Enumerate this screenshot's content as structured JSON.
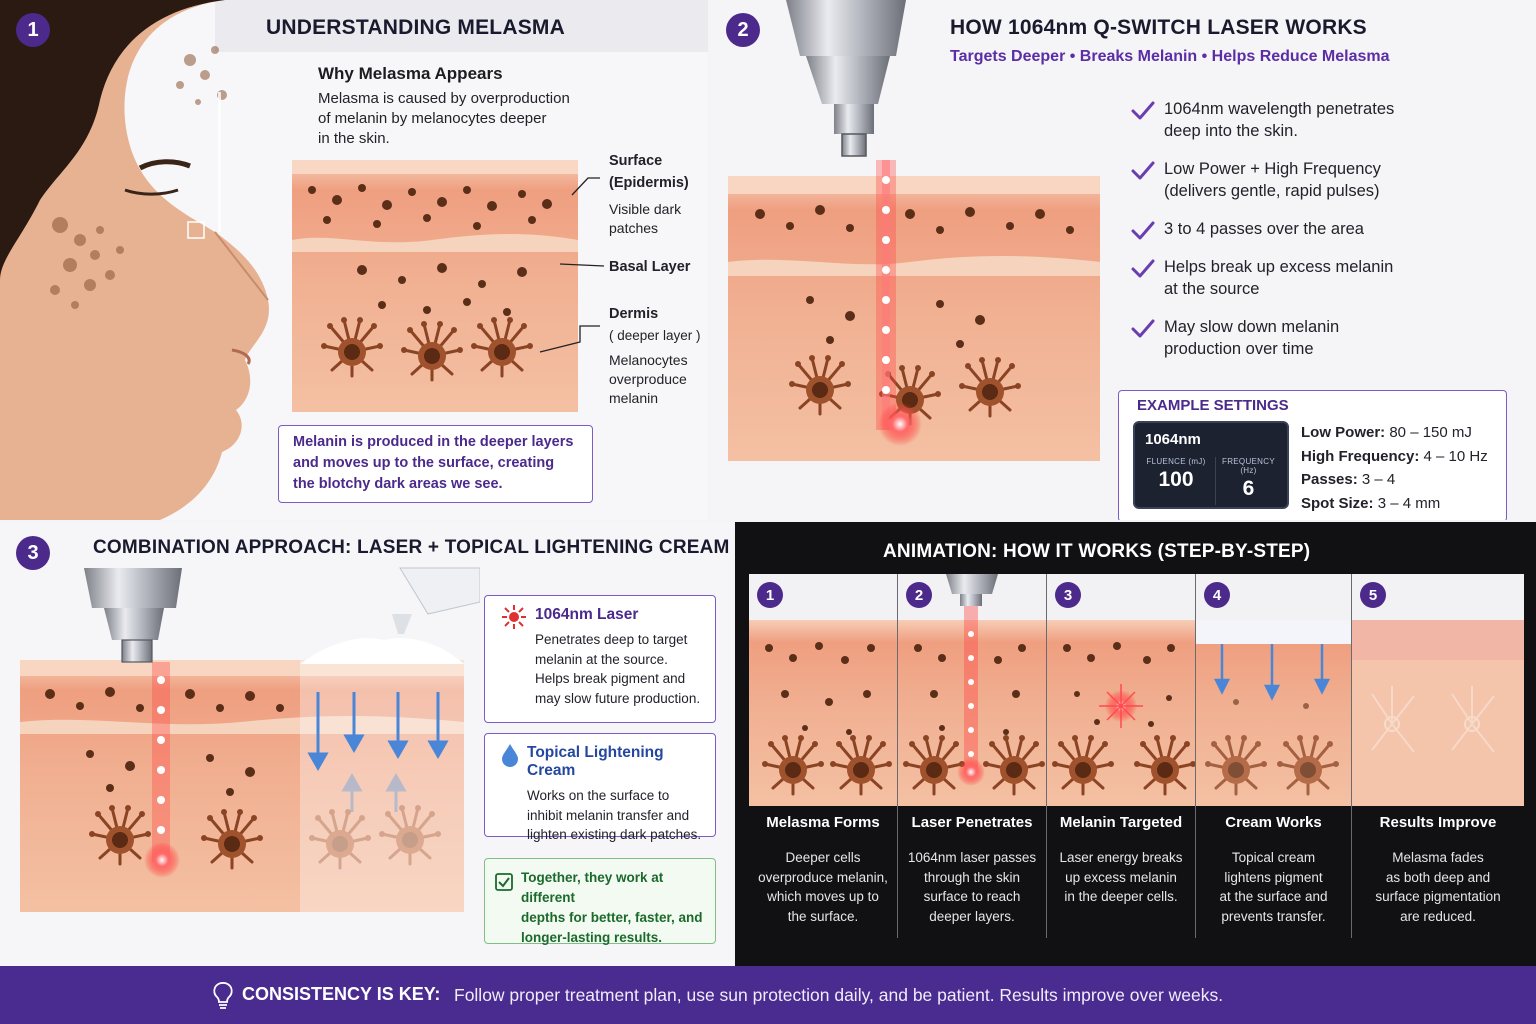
{
  "panel1": {
    "number": "1",
    "title": "UNDERSTANDING MELASMA",
    "subtitle": "Why Melasma Appears",
    "body_lines": [
      "Melasma is caused by overproduction",
      "of melanin by melanocytes deeper",
      "in the skin."
    ],
    "labels": {
      "surface_1": "Surface",
      "surface_2": "(Epidermis)",
      "surface_desc_1": "Visible dark",
      "surface_desc_2": "patches",
      "basal": "Basal Layer",
      "dermis": "Dermis",
      "dermis_sub": "( deeper layer )",
      "dermis_desc_1": "Melanocytes",
      "dermis_desc_2": "overproduce",
      "dermis_desc_3": "melanin"
    },
    "callout_lines": [
      "Melanin is produced in the deeper layers",
      "and moves up to the surface, creating",
      "the blotchy dark areas we see."
    ]
  },
  "panel2": {
    "number": "2",
    "title": "HOW 1064nm Q-SWITCH LASER WORKS",
    "tagline": "Targets Deeper • Breaks Melanin • Helps Reduce Melasma",
    "checks": [
      [
        "1064nm wavelength penetrates",
        "deep into the skin."
      ],
      [
        "Low Power + High Frequency",
        "(delivers gentle, rapid pulses)"
      ],
      [
        "3 to 4 passes over the area"
      ],
      [
        "Helps break up excess melanin",
        "at the source"
      ],
      [
        "May slow down melanin",
        "production over time"
      ]
    ],
    "settings": {
      "title": "EXAMPLE SETTINGS",
      "device_label": "1064nm",
      "fluence_label": "FLUENCE (mJ)",
      "fluence_value": "100",
      "frequency_label": "FREQUENCY (Hz)",
      "frequency_value": "6",
      "rows": [
        {
          "k": "Low Power:",
          "v": "80 – 150 mJ"
        },
        {
          "k": "High Frequency:",
          "v": "4 – 10 Hz"
        },
        {
          "k": "Passes:",
          "v": "3 – 4"
        },
        {
          "k": "Spot Size:",
          "v": "3 – 4 mm"
        }
      ]
    }
  },
  "panel3": {
    "number": "3",
    "title": "COMBINATION APPROACH: LASER + TOPICAL LIGHTENING CREAM",
    "laser_box": {
      "title": "1064nm Laser",
      "lines": [
        "Penetrates deep to target",
        "melanin at the source.",
        "Helps break pigment and",
        "may slow future production."
      ]
    },
    "cream_box": {
      "title": "Topical Lightening Cream",
      "lines": [
        "Works on the surface to",
        "inhibit melanin transfer and",
        "lighten existing dark patches."
      ]
    },
    "together_lines": [
      "Together, they work at different",
      "depths for better, faster, and",
      "longer-lasting results."
    ]
  },
  "panel4": {
    "title": "ANIMATION: HOW IT WORKS (STEP-BY-STEP)",
    "steps": [
      {
        "n": "1",
        "title": "Melasma Forms",
        "lines": [
          "Deeper cells",
          "overproduce melanin,",
          "which moves up to",
          "the surface."
        ]
      },
      {
        "n": "2",
        "title": "Laser Penetrates",
        "lines": [
          "1064nm laser passes",
          "through the skin",
          "surface to reach",
          "deeper layers."
        ]
      },
      {
        "n": "3",
        "title": "Melanin Targeted",
        "lines": [
          "Laser energy breaks",
          "up excess melanin",
          "in the deeper cells."
        ]
      },
      {
        "n": "4",
        "title": "Cream Works",
        "lines": [
          "Topical cream",
          "lightens pigment",
          "at the surface and",
          "prevents transfer."
        ]
      },
      {
        "n": "5",
        "title": "Results Improve",
        "lines": [
          "Melasma fades",
          "as both deep and",
          "surface pigmentation",
          "are reduced."
        ]
      }
    ]
  },
  "footer": {
    "key": "CONSISTENCY IS KEY:",
    "text": "Follow proper treatment plan, use sun protection daily, and be patient. Results improve over weeks."
  },
  "colors": {
    "accent_purple": "#4b2a8c",
    "laser_red": "#ff3b3b",
    "skin": "#f2b79a",
    "melanin": "#6b3a22",
    "cream_blue": "#4a86d8",
    "success_green": "#1b6a2c"
  }
}
